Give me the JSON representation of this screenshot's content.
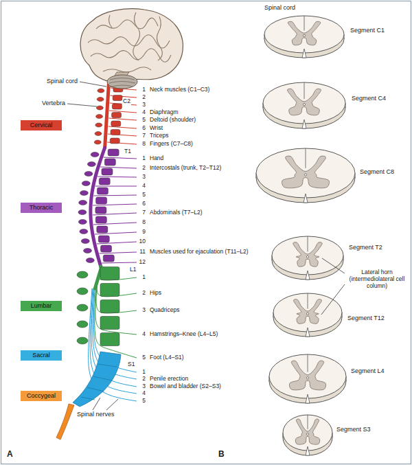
{
  "diagram": {
    "nodes": [
      {
        "text": [
          "Cervical"
        ]
      },
      {
        "text": [
          "Thoracic"
        ]
      },
      {
        "text": [
          "Lumbar"
        ]
      },
      {
        "text": [
          "Sacral"
        ]
      },
      {
        "text": [
          "Coccygeal"
        ]
      }
    ],
    "labels": [
      "Spinal cord",
      "Vertebra",
      "1",
      "Neck muscles (C1–C3)",
      "2",
      "C2",
      "3",
      "4",
      "Diaphragm",
      "5",
      "Deltoid (shoulder)",
      "6",
      "Wrist",
      "7",
      "Triceps",
      "8",
      "Fingers (C7–C8)",
      "T1",
      "1",
      "Hand",
      "2",
      "Intercostals (trunk, T2–T12)",
      "3",
      "4",
      "5",
      "6",
      "7",
      "Abdominals (T7–L2)",
      "8",
      "9",
      "10",
      "11",
      "Muscles used for ejaculation (T11–L2)",
      "12",
      "L1",
      "1",
      "2",
      "Hips",
      "3",
      "Quadriceps",
      "4",
      "Hamstrings–Knee (L4–L5)",
      "5",
      "Foot (L4–S1)",
      "S1",
      "1",
      "2",
      "Penile erection",
      "3",
      "Bowel and bladder (S2–S3)",
      "4",
      "5",
      "Spinal nerves",
      "A",
      "Spinal cord",
      "Segment C1",
      "Segment C4",
      "Segment C8",
      "Segment T2",
      "Lateral horn (intermediolateral cell column)",
      "Segment T12",
      "Segment L4",
      "Segment S3",
      "B"
    ]
  }
}
